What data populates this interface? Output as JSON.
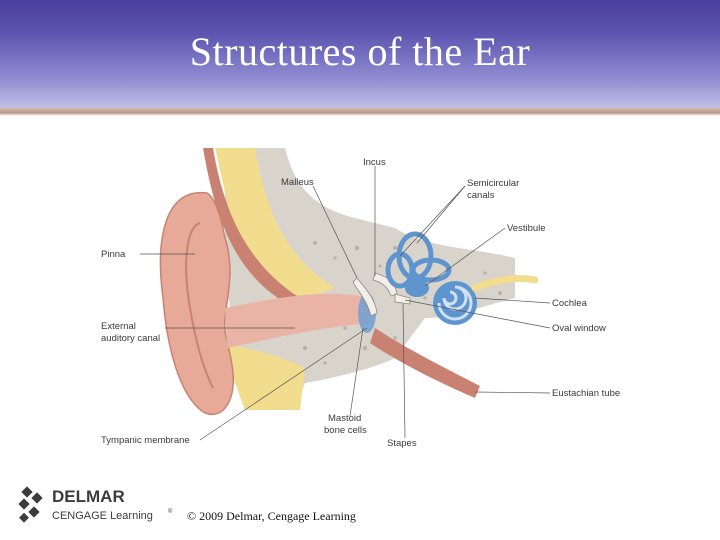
{
  "slide": {
    "title": "Structures of the Ear",
    "copyright": "© 2009 Delmar, Cengage Learning"
  },
  "logo": {
    "brand": "DELMAR",
    "sub": "CENGAGE Learning",
    "trademark": "®",
    "color": "#3c3c3c"
  },
  "diagram": {
    "labels": {
      "incus": "Incus",
      "malleus": "Malleus",
      "semicircular_1": "Semicircular",
      "semicircular_2": "canals",
      "vestibule": "Vestibule",
      "pinna": "Pinna",
      "cochlea": "Cochlea",
      "ext_canal_1": "External",
      "ext_canal_2": "auditory canal",
      "oval_window": "Oval window",
      "eustachian": "Eustachian tube",
      "mastoid_1": "Mastoid",
      "mastoid_2": "bone cells",
      "stapes": "Stapes",
      "tympanic": "Tympanic membrane"
    },
    "colors": {
      "skin": "#e7a998",
      "skin_dark": "#c98272",
      "fat": "#f2dc8e",
      "bone": "#d8d4cc",
      "blue": "#5e95cf",
      "canal_pink": "#e9b3a6"
    }
  }
}
